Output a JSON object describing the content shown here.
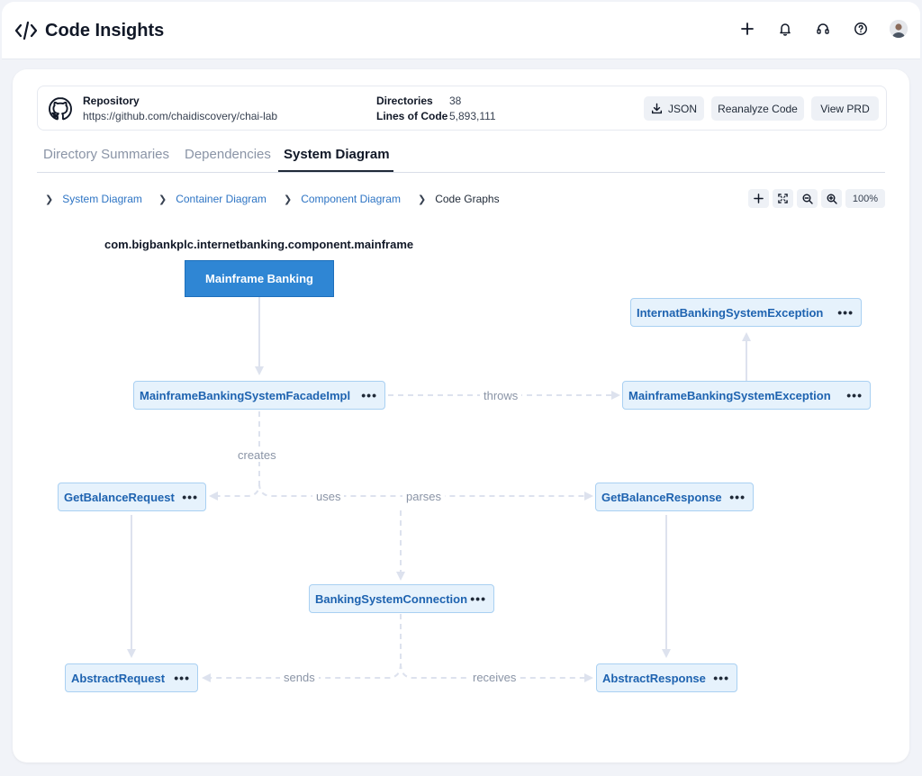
{
  "app": {
    "title": "Code Insights"
  },
  "repo": {
    "label": "Repository",
    "url": "https://github.com/chaidiscovery/chai-lab",
    "directories_label": "Directories",
    "directories_value": "38",
    "loc_label": "Lines of Code",
    "loc_value": "5,893,111"
  },
  "actions": {
    "json_label": "JSON",
    "reanalyze_label": "Reanalyze Code",
    "view_prd_label": "View PRD"
  },
  "tabs": [
    {
      "label": "Directory Summaries"
    },
    {
      "label": "Dependencies"
    },
    {
      "label": "System Diagram"
    }
  ],
  "breadcrumbs": [
    "System Diagram",
    "Container Diagram",
    "Component Diagram",
    "Code Graphs"
  ],
  "zoom": {
    "level": "100%"
  },
  "diagram": {
    "package": "com.bigbankplc.internetbanking.component.mainframe",
    "root": "Mainframe Banking",
    "more": "•••",
    "nodes": {
      "facade": "MainframeBankingSystemFacadeImpl",
      "internat_exc": "InternatBankingSystemException",
      "mainframe_exc": "MainframeBankingSystemException",
      "get_balance_req": "GetBalanceRequest",
      "get_balance_resp": "GetBalanceResponse",
      "connection": "BankingSystemConnection",
      "abstract_req": "AbstractRequest",
      "abstract_resp": "AbstractResponse"
    },
    "edges": {
      "throws": "throws",
      "creates": "creates",
      "uses": "uses",
      "parses": "parses",
      "sends": "sends",
      "receives": "receives"
    }
  },
  "colors": {
    "accent": "#2f86d4",
    "node_bg": "#e6f2fc",
    "node_text": "#1e63b0",
    "edge": "#dde2ee"
  }
}
